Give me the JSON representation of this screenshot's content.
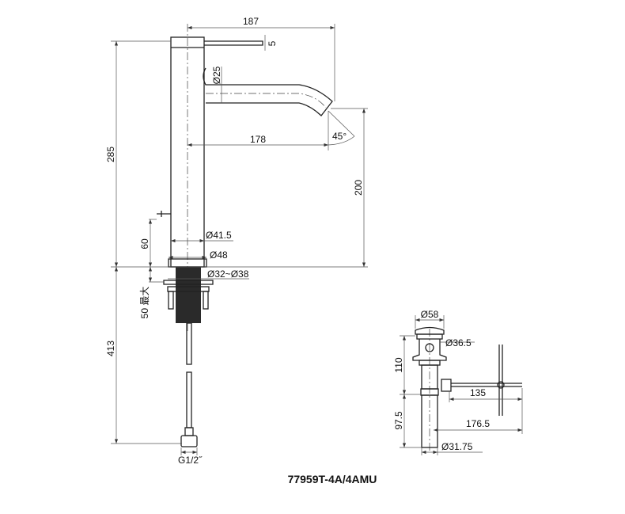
{
  "title": "77959T-4A/4AMU",
  "faucet": {
    "dim_reach_total": "187",
    "dim_lever": "5",
    "dim_spout_dia": "Ø25",
    "dim_spout_reach": "178",
    "dim_angle": "45°",
    "dim_height_total": "285",
    "dim_spout_height": "200",
    "dim_body_dia": "Ø41.5",
    "dim_base_dia": "Ø48",
    "dim_hole_dia": "Ø32~Ø38",
    "dim_lever_height": "60",
    "dim_deck_thickness": "50 最大",
    "dim_hose_length": "413",
    "dim_connection": "G1/2˝"
  },
  "drain": {
    "dim_cap_dia": "Ø58",
    "dim_body_dia": "Ø36.5",
    "dim_upper_height": "110",
    "dim_lower_height": "97.5",
    "dim_rod_length": "135",
    "dim_total_reach": "176.5",
    "dim_pipe_dia": "Ø31.75"
  }
}
